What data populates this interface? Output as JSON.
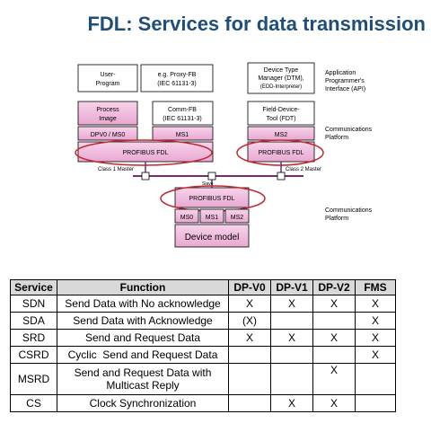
{
  "title": "FDL: Services for data transmission",
  "diagram": {
    "user_program": [
      "User-",
      "Program"
    ],
    "proxy_fb": [
      "e.g. Proxy-FB",
      "(IEC 61131-3)"
    ],
    "dtm": [
      "Device Type",
      "Manager (DTM),",
      "(EDD-Interpreter)"
    ],
    "api_label": [
      "Application",
      "Programmer's",
      "Interface (API)"
    ],
    "process_image": [
      "Process",
      "Image"
    ],
    "comm_fb": [
      "Comm-FB",
      "(IEC 61131-3)"
    ],
    "fdt": [
      "Field-Device-",
      "Tool (FDT)"
    ],
    "dpv0_ms0": "DPV0 / MS0",
    "ms1": "MS1",
    "ms2": "MS2",
    "comm_platform_label": [
      "Communications",
      "Platform"
    ],
    "profibus_fdl": "PROFIBUS FDL",
    "class1_master": "Class 1 Master",
    "class2_master": "Class 2 Master",
    "slave": "Slave",
    "slave_ms0": "MS0",
    "slave_ms1": "MS1",
    "slave_ms2": "MS2",
    "device_model": "Device model"
  },
  "table": {
    "headers": [
      "Service",
      "Function",
      "DP-V0",
      "DP-V1",
      "DP-V2",
      "FMS"
    ],
    "rows": [
      {
        "service": "SDN",
        "function": [
          "Send Data with No acknowledge"
        ],
        "dpv0": "X",
        "dpv1": "X",
        "dpv2": "X",
        "fms": "X"
      },
      {
        "service": "SDA",
        "function": [
          "Send Data with Acknowledge"
        ],
        "dpv0": "(X)",
        "dpv1": "",
        "dpv2": "",
        "fms": "X"
      },
      {
        "service": "SRD",
        "function": [
          "Send and Request Data"
        ],
        "dpv0": "X",
        "dpv1": "X",
        "dpv2": "X",
        "fms": "X"
      },
      {
        "service": "CSRD",
        "function": [
          "Cyclic  Send and Request Data"
        ],
        "dpv0": "",
        "dpv1": "",
        "dpv2": "",
        "fms": "X"
      },
      {
        "service": "MSRD",
        "function": [
          "Send and Request Data with",
          "Multicast Reply"
        ],
        "dpv0": "",
        "dpv1": "",
        "dpv2": "X",
        "fms": ""
      },
      {
        "service": "CS",
        "function": [
          "Clock Synchronization"
        ],
        "dpv0": "",
        "dpv1": "X",
        "dpv2": "X",
        "fms": ""
      }
    ]
  }
}
